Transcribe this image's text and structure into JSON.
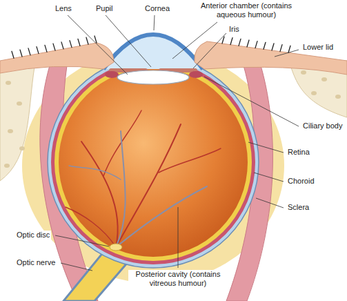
{
  "diagram": {
    "labels": [
      "Lens",
      "Pupil",
      "Cornea",
      "Anterior chamber (contains aqueous humour)",
      "Iris",
      "Lower lid",
      "Ciliary body",
      "Retina",
      "Choroid",
      "Sclera",
      "Optic disc",
      "Optic nerve",
      "Posterior cavity (contains vitreous humour)"
    ]
  }
}
